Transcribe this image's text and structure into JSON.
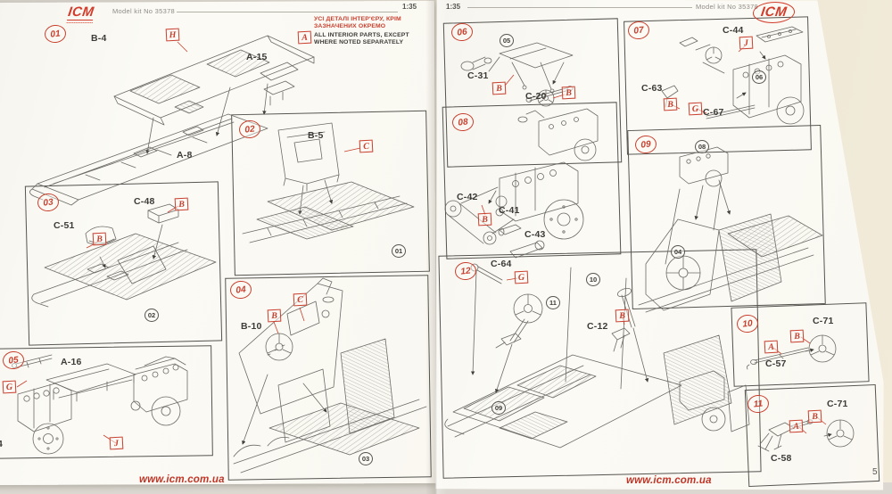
{
  "colors": {
    "accent_red": "#c8402f",
    "brand_red": "#d23b2a",
    "paper": "#fbf9f4",
    "background": "#e3ded4",
    "ink": "#3d3c38",
    "line_art": "#6c6b65"
  },
  "left_page": {
    "header": {
      "brand": "ICM",
      "model_kit": "Model kit No 35378",
      "scale": "1:35"
    },
    "note": {
      "callout": "A",
      "ua_line1": "УСІ ДЕТАЛІ ІНТЕР'ЄРУ, КРІМ",
      "ua_line2": "ЗАЗНАЧЕНИХ ОКРЕМО",
      "en_line1": "ALL INTERIOR PARTS, EXCEPT",
      "en_line2": "WHERE NOTED SEPARATELY"
    },
    "steps": [
      {
        "num": "01",
        "parts": [
          "B-4",
          "A-15",
          "A-8"
        ],
        "callouts": [
          "H"
        ],
        "refs": []
      },
      {
        "num": "02",
        "parts": [
          "B-5"
        ],
        "callouts": [
          "C"
        ],
        "refs": [
          "01"
        ]
      },
      {
        "num": "03",
        "parts": [
          "C-48",
          "C-51"
        ],
        "callouts": [
          "B",
          "B"
        ],
        "refs": [
          "02"
        ]
      },
      {
        "num": "04",
        "parts": [
          "B-10"
        ],
        "callouts": [
          "C",
          "B"
        ],
        "refs": [
          "03"
        ]
      },
      {
        "num": "05",
        "parts": [
          "A-16"
        ],
        "callouts": [
          "G",
          "J"
        ],
        "refs": [],
        "edge_part_fragment": "4"
      }
    ],
    "footer_url": "www.icm.com.ua"
  },
  "right_page": {
    "header": {
      "brand": "ICM",
      "model_kit": "Model kit No 35378",
      "scale": "1:35"
    },
    "steps": [
      {
        "num": "06",
        "parts": [
          "C-31",
          "C-20"
        ],
        "callouts": [
          "B",
          "B"
        ],
        "refs": [
          "05"
        ]
      },
      {
        "num": "07",
        "parts": [
          "C-44",
          "C-63",
          "C-67"
        ],
        "callouts": [
          "J",
          "B",
          "G"
        ],
        "refs": [
          "06"
        ]
      },
      {
        "num": "08",
        "parts": [
          "C-42",
          "C-41",
          "C-43"
        ],
        "callouts": [
          "B"
        ],
        "refs": []
      },
      {
        "num": "09",
        "parts": [],
        "callouts": [],
        "refs": [
          "08",
          "04"
        ]
      },
      {
        "num": "10",
        "parts": [
          "C-71",
          "C-57"
        ],
        "callouts": [
          "B",
          "A"
        ],
        "refs": []
      },
      {
        "num": "11",
        "parts": [
          "C-71",
          "C-58"
        ],
        "callouts": [
          "B",
          "A"
        ],
        "refs": []
      },
      {
        "num": "12",
        "parts": [
          "C-64",
          "C-12"
        ],
        "callouts": [
          "G",
          "B"
        ],
        "refs": [
          "10",
          "11",
          "09"
        ]
      }
    ],
    "footer_url": "www.icm.com.ua",
    "page_number": "5"
  }
}
